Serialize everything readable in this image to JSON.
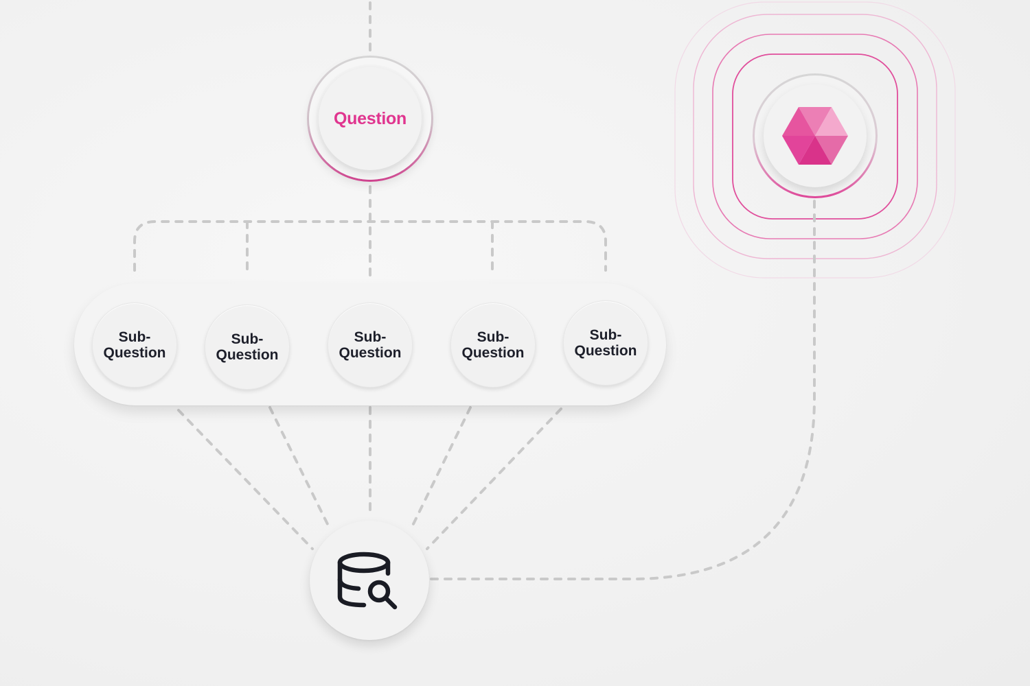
{
  "diagram": {
    "question": {
      "label": "Question"
    },
    "sub_questions": [
      {
        "label": "Sub-\nQuestion"
      },
      {
        "label": "Sub-\nQuestion"
      },
      {
        "label": "Sub-\nQuestion"
      },
      {
        "label": "Sub-\nQuestion"
      },
      {
        "label": "Sub-\nQuestion"
      }
    ],
    "retrieval_node": {
      "icon": "database-search-icon"
    },
    "model_node": {
      "icon": "hexagon-logo-icon"
    },
    "colors": {
      "accent": "#e0358f",
      "connector": "#c9c9c9",
      "text_dark": "#1d1f2a",
      "background": "#f2f2f2"
    }
  }
}
